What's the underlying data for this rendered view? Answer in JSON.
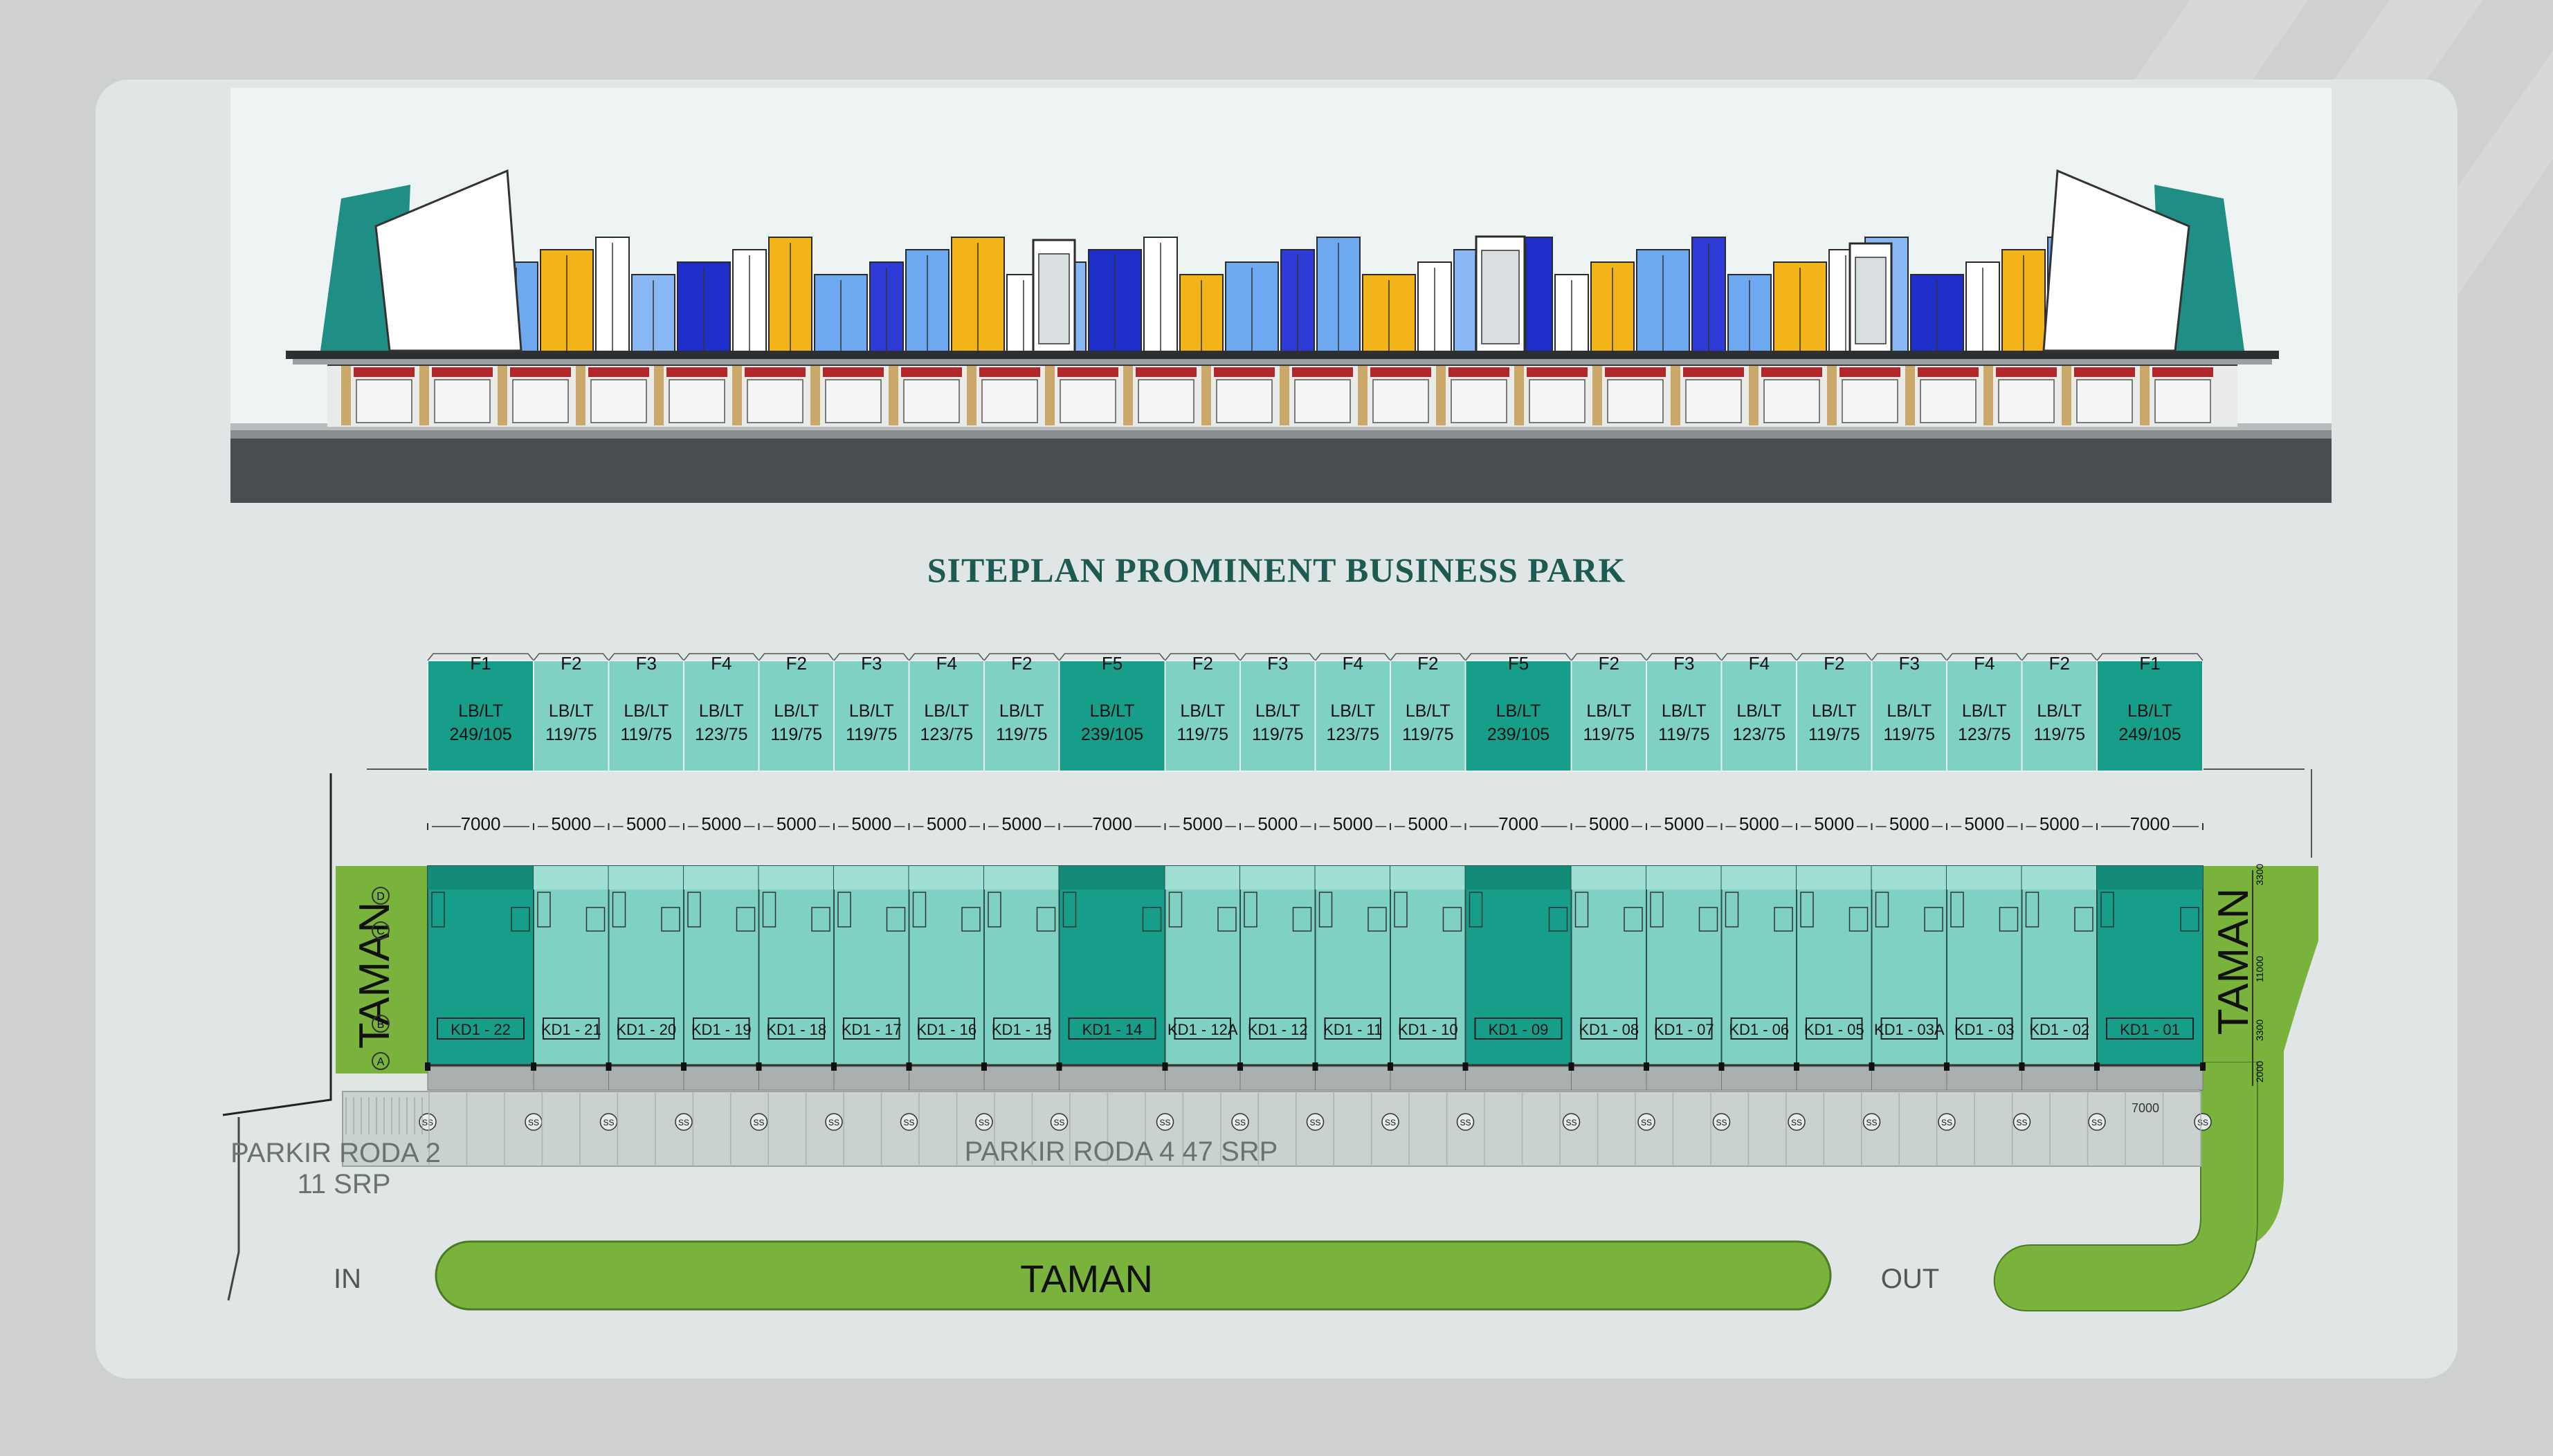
{
  "title": "SITEPLAN PROMINENT BUSINESS PARK",
  "colors": {
    "page_bg": "#cfd1d1",
    "card_bg": "#dfe6e5",
    "title": "#1d5a52",
    "unit_standard": "#7fd2c3",
    "unit_premium": "#169e8b",
    "garden": "#7ab33c",
    "parking": "#c9d2d1"
  },
  "units": [
    {
      "type": "F1",
      "size": "LB/LT 249/105",
      "width": "7000",
      "code": "KD1 - 22",
      "premium": true
    },
    {
      "type": "F2",
      "size": "LB/LT 119/75",
      "width": "5000",
      "code": "KD1 - 21",
      "premium": false
    },
    {
      "type": "F3",
      "size": "LB/LT 119/75",
      "width": "5000",
      "code": "KD1 - 20",
      "premium": false
    },
    {
      "type": "F4",
      "size": "LB/LT 123/75",
      "width": "5000",
      "code": "KD1 - 19",
      "premium": false
    },
    {
      "type": "F2",
      "size": "LB/LT 119/75",
      "width": "5000",
      "code": "KD1 - 18",
      "premium": false
    },
    {
      "type": "F3",
      "size": "LB/LT 119/75",
      "width": "5000",
      "code": "KD1 - 17",
      "premium": false
    },
    {
      "type": "F4",
      "size": "LB/LT 123/75",
      "width": "5000",
      "code": "KD1 - 16",
      "premium": false
    },
    {
      "type": "F2",
      "size": "LB/LT 119/75",
      "width": "5000",
      "code": "KD1 - 15",
      "premium": false
    },
    {
      "type": "F5",
      "size": "LB/LT 239/105",
      "width": "7000",
      "code": "KD1 - 14",
      "premium": true
    },
    {
      "type": "F2",
      "size": "LB/LT 119/75",
      "width": "5000",
      "code": "KD1 - 12A",
      "premium": false
    },
    {
      "type": "F3",
      "size": "LB/LT 119/75",
      "width": "5000",
      "code": "KD1 - 12",
      "premium": false
    },
    {
      "type": "F4",
      "size": "LB/LT 123/75",
      "width": "5000",
      "code": "KD1 - 11",
      "premium": false
    },
    {
      "type": "F2",
      "size": "LB/LT 119/75",
      "width": "5000",
      "code": "KD1 - 10",
      "premium": false
    },
    {
      "type": "F5",
      "size": "LB/LT 239/105",
      "width": "7000",
      "code": "KD1 - 09",
      "premium": true
    },
    {
      "type": "F2",
      "size": "LB/LT 119/75",
      "width": "5000",
      "code": "KD1 - 08",
      "premium": false
    },
    {
      "type": "F3",
      "size": "LB/LT 119/75",
      "width": "5000",
      "code": "KD1 - 07",
      "premium": false
    },
    {
      "type": "F4",
      "size": "LB/LT 123/75",
      "width": "5000",
      "code": "KD1 - 06",
      "premium": false
    },
    {
      "type": "F2",
      "size": "LB/LT 119/75",
      "width": "5000",
      "code": "KD1 - 05",
      "premium": false
    },
    {
      "type": "F3",
      "size": "LB/LT 119/75",
      "width": "5000",
      "code": "KD1 - 03A",
      "premium": false
    },
    {
      "type": "F4",
      "size": "LB/LT 123/75",
      "width": "5000",
      "code": "KD1 - 03",
      "premium": false
    },
    {
      "type": "F2",
      "size": "LB/LT 119/75",
      "width": "5000",
      "code": "KD1 - 02",
      "premium": false
    },
    {
      "type": "F1",
      "size": "LB/LT 249/105",
      "width": "7000",
      "code": "KD1 - 01",
      "premium": true
    }
  ],
  "labels": {
    "taman_left": "TAMAN",
    "taman_right": "TAMAN",
    "taman_bottom": "TAMAN",
    "parking_bike_1": "PARKIR RODA 2",
    "parking_bike_2": "11 SRP",
    "parking_car": "PARKIR RODA 4   47 SRP",
    "entry": "IN",
    "exit": "OUT",
    "grid_d": "D",
    "grid_c": "C",
    "grid_b": "B",
    "grid_a": "A",
    "setback_right": "7000",
    "dim_right_1": "3300",
    "dim_right_2": "11000",
    "dim_right_3": "3300",
    "dim_right_4": "2000",
    "parking_marker": "SS"
  }
}
